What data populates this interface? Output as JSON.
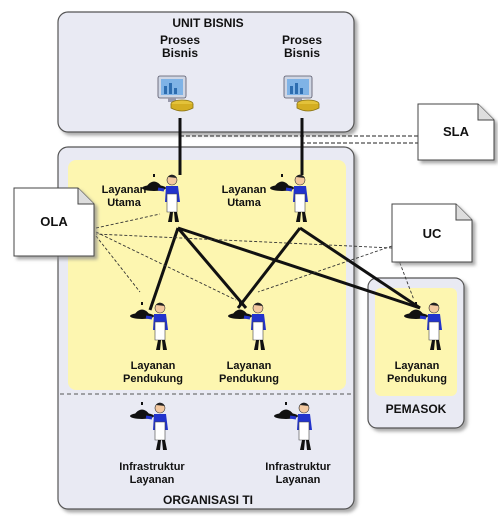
{
  "unit_bisnis": {
    "title": "UNIT BISNIS",
    "process_1": {
      "line1": "Proses",
      "line2": "Bisnis"
    },
    "process_2": {
      "line1": "Proses",
      "line2": "Bisnis"
    }
  },
  "organisasi": {
    "title": "ORGANISASI TI",
    "primary_1": {
      "line1": "Layanan",
      "line2": "Utama"
    },
    "primary_2": {
      "line1": "Layanan",
      "line2": "Utama"
    },
    "support_1": {
      "line1": "Layanan",
      "line2": "Pendukung"
    },
    "support_2": {
      "line1": "Layanan",
      "line2": "Pendukung"
    },
    "infra_1": {
      "line1": "Infrastruktur",
      "line2": "Layanan"
    },
    "infra_2": {
      "line1": "Infrastruktur",
      "line2": "Layanan"
    }
  },
  "pemasok": {
    "title": "PEMASOK",
    "support": {
      "line1": "Layanan",
      "line2": "Pendukung"
    }
  },
  "notes": {
    "sla": "SLA",
    "ola": "OLA",
    "uc": "UC"
  },
  "colors": {
    "panel_fill": "#e9eaf3",
    "panel_stroke": "#555555",
    "highlight_fill": "#fdf6b0",
    "waiter_jacket": "#2233cc",
    "waiter_apron": "#ffffff",
    "skin": "#f4c9a0"
  }
}
